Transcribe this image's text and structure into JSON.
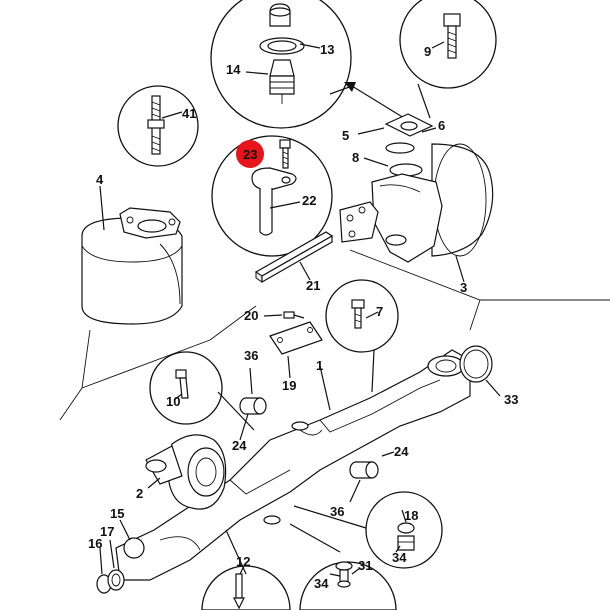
{
  "diagram": {
    "highlight_color": "#e8141c",
    "highlighted_part": "23",
    "labels": {
      "p1": "1",
      "p2": "2",
      "p3": "3",
      "p4": "4",
      "p5": "5",
      "p6": "6",
      "p7": "7",
      "p8": "8",
      "p9": "9",
      "p10": "10",
      "p12": "12",
      "p13": "13",
      "p14": "14",
      "p15": "15",
      "p16": "16",
      "p17": "17",
      "p18": "18",
      "p19": "19",
      "p20": "20",
      "p21": "21",
      "p22": "22",
      "p23": "23",
      "p24a": "24",
      "p24b": "24",
      "p31": "31",
      "p33": "33",
      "p34a": "34",
      "p34b": "34",
      "p36a": "36",
      "p36b": "36",
      "p41": "41"
    }
  }
}
